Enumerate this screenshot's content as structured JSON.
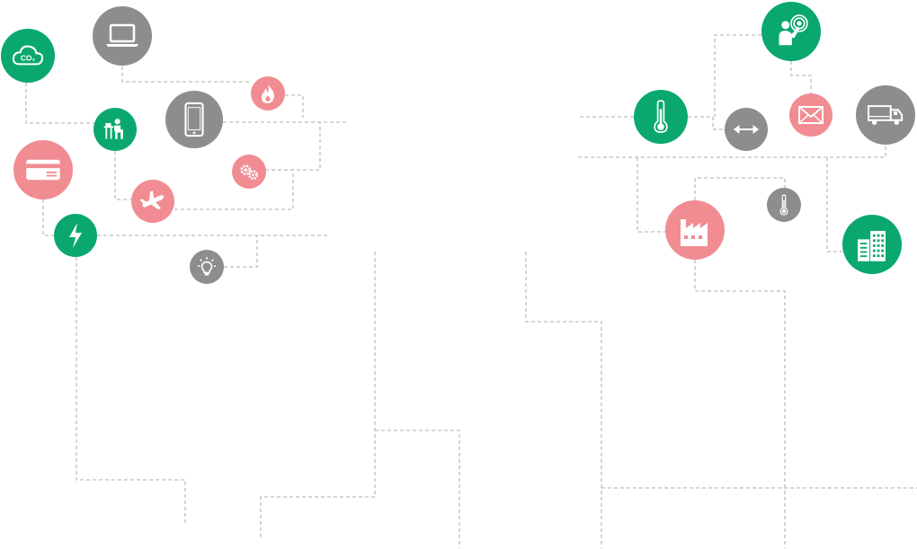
{
  "palette": {
    "green": "#0aa86e",
    "gray": "#8d8d8d",
    "pink": "#f08c92",
    "connector": "#bdbdbd"
  },
  "nodes": [
    {
      "id": "co2",
      "icon": "co2-cloud-icon",
      "color": "green",
      "label": "CO₂"
    },
    {
      "id": "laptop",
      "icon": "laptop-icon",
      "color": "gray"
    },
    {
      "id": "fire",
      "icon": "flame-icon",
      "color": "pink"
    },
    {
      "id": "smartphone",
      "icon": "smartphone-icon",
      "color": "gray"
    },
    {
      "id": "office-worker",
      "icon": "office-worker-icon",
      "color": "green"
    },
    {
      "id": "credit-card",
      "icon": "credit-card-icon",
      "color": "pink"
    },
    {
      "id": "gears",
      "icon": "gears-icon",
      "color": "pink"
    },
    {
      "id": "airplane",
      "icon": "airplane-icon",
      "color": "pink"
    },
    {
      "id": "energy",
      "icon": "lightning-icon",
      "color": "green"
    },
    {
      "id": "lightbulb",
      "icon": "lightbulb-icon",
      "color": "gray"
    },
    {
      "id": "touch",
      "icon": "touch-gesture-icon",
      "color": "green"
    },
    {
      "id": "thermometer-large",
      "icon": "thermometer-icon",
      "color": "green"
    },
    {
      "id": "exchange",
      "icon": "double-arrow-icon",
      "color": "gray"
    },
    {
      "id": "mail",
      "icon": "envelope-icon",
      "color": "pink"
    },
    {
      "id": "truck",
      "icon": "truck-icon",
      "color": "gray"
    },
    {
      "id": "thermometer-small",
      "icon": "thermometer-icon",
      "color": "gray"
    },
    {
      "id": "factory",
      "icon": "factory-icon",
      "color": "pink"
    },
    {
      "id": "buildings",
      "icon": "buildings-icon",
      "color": "green"
    }
  ]
}
